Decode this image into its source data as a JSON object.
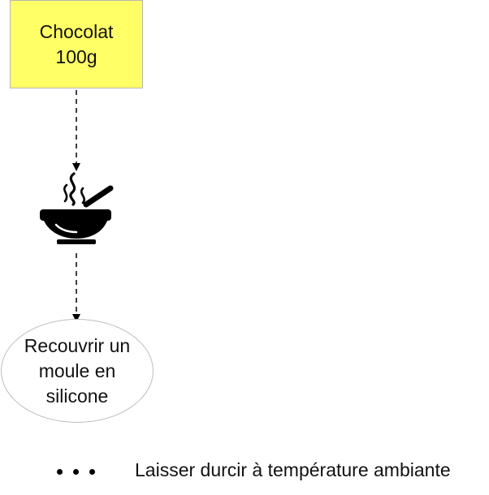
{
  "ingredient": {
    "name": "Chocolat",
    "quantity": "100g",
    "fill_color": "#ffff66"
  },
  "process_icon": "steaming-bowl-icon",
  "step": {
    "line1": "Recouvrir un",
    "line2": "moule en",
    "line3": "silicone"
  },
  "continuation_icon": "ellipsis-dots-icon",
  "final_step": "Laisser durcir à température ambiante"
}
